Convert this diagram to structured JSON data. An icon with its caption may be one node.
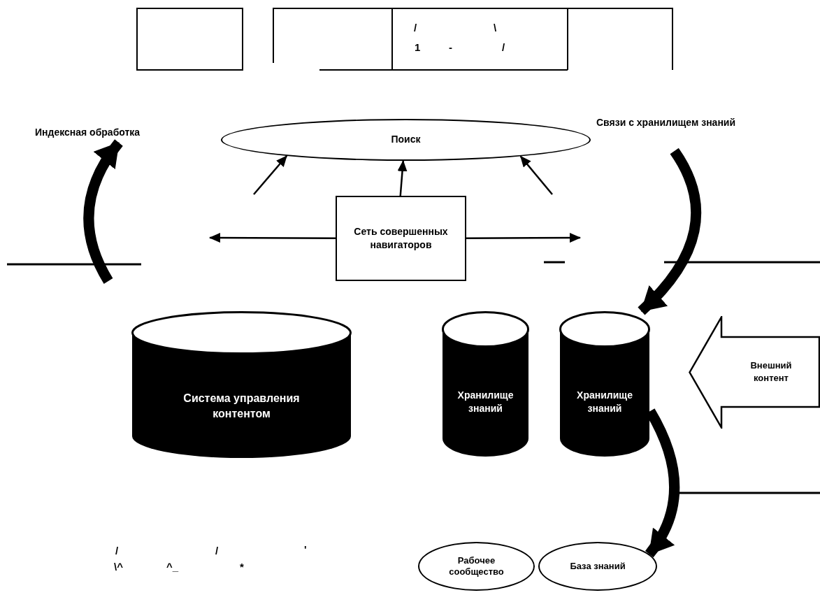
{
  "diagram": {
    "nodes": [
      {
        "text": [
          "Поиск"
        ]
      },
      {
        "text": [
          "Индексная обработка"
        ]
      },
      {
        "text": [
          "Связи с хранилищем знаний"
        ]
      },
      {
        "text": [
          "Сеть совершенных навигаторов"
        ]
      },
      {
        "text": [
          "Система управления контентом"
        ]
      },
      {
        "text": [
          "Хранилище знаний"
        ]
      },
      {
        "text": [
          "Хранилище знаний"
        ]
      },
      {
        "text": [
          "Внешний контент"
        ]
      },
      {
        "text": [
          "Рабочее сообщество"
        ]
      },
      {
        "text": [
          "База знаний"
        ]
      }
    ],
    "edges": [
      {
        "from": 3,
        "to": 0,
        "arrow": "to"
      },
      {
        "from": null,
        "to": 0,
        "arrow": "to"
      },
      {
        "from": null,
        "to": 0,
        "arrow": "to"
      },
      {
        "from": 3,
        "to": null,
        "arrow": "to"
      },
      {
        "from": 3,
        "to": null,
        "arrow": "to"
      },
      {
        "from": null,
        "to": 1,
        "arrow": "to",
        "style": "thick"
      },
      {
        "from": 2,
        "to": 6,
        "arrow": "to",
        "style": "thick"
      },
      {
        "from": 6,
        "to": 9,
        "arrow": "to",
        "style": "thick"
      }
    ],
    "labels": [
      "/",
      "\\",
      "1",
      "-",
      "/",
      "/",
      "/",
      "'",
      "\\^",
      "^_",
      "*"
    ]
  }
}
